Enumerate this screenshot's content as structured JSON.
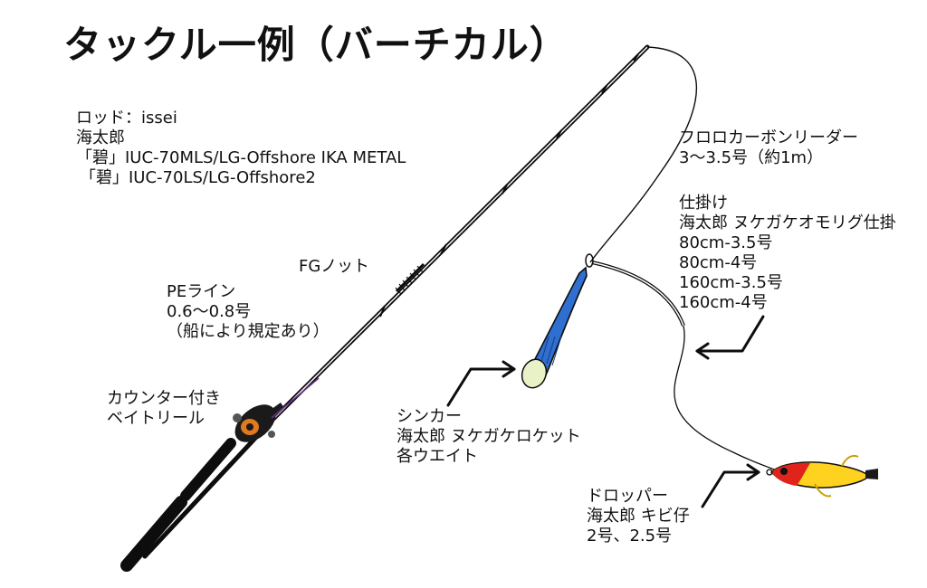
{
  "title": "タックル一例（バーチカル）",
  "rod": {
    "line1": "ロッド：issei",
    "line2": "海太郎",
    "line3": "「碧」IUC-70MLS/LG-Offshore IKA METAL",
    "line4": "「碧」IUC-70LS/LG-Offshore2"
  },
  "fg_knot": "FGノット",
  "pe_line": {
    "line1": "PEライン",
    "line2": "0.6〜0.8号",
    "line3": "（船により規定あり）"
  },
  "reel": {
    "line1": "カウンター付き",
    "line2": "ベイトリール"
  },
  "leader": {
    "line1": "フロロカーボンリーダー",
    "line2": "3〜3.5号（約1m）"
  },
  "rig": {
    "line1": "仕掛け",
    "line2": "海太郎 ヌケガケオモリグ仕掛",
    "line3": "80cm-3.5号",
    "line4": "80cm-4号",
    "line5": "160cm-3.5号",
    "line6": "160cm-4号"
  },
  "sinker": {
    "line1": "シンカー",
    "line2": "海太郎 ヌケガケロケット",
    "line3": "各ウエイト"
  },
  "dropper": {
    "line1": "ドロッパー",
    "line2": "海太郎 キビ仔",
    "line3": "2号、2.5号"
  },
  "colors": {
    "rod": "#0d0d0d",
    "sinker_blue": "#2f6fd0",
    "sinker_tip": "#e9f2c6",
    "egi_red": "#e0241c",
    "egi_yellow": "#ffd21f",
    "reel_orange": "#e07a1c"
  }
}
